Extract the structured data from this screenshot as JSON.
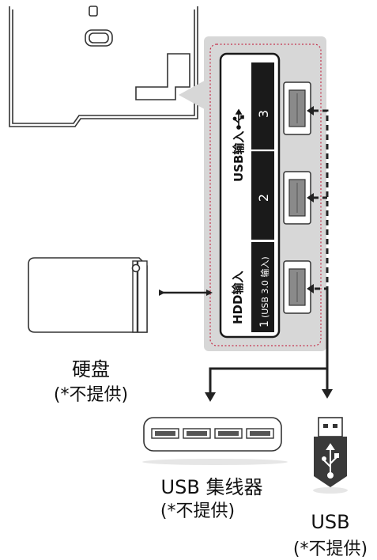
{
  "ports": {
    "usb_in_label": "USB输入",
    "hdd_in_label": "HDD输入",
    "port_3": "3",
    "port_2": "2",
    "port_1": "1",
    "port_1_note": "(USB 3.0 输入)"
  },
  "devices": {
    "hdd": {
      "name": "硬盘",
      "note": "(*不提供)"
    },
    "hub": {
      "name": "USB 集线器",
      "note": "(*不提供)"
    },
    "usb": {
      "name": "USB",
      "note": "(*不提供)"
    }
  },
  "icons": [
    "usb-symbol-icon",
    "usb-stick-icon",
    "hard-disk-icon",
    "usb-hub-icon",
    "tv-back-icon"
  ],
  "colors": {
    "panel": "#d7d7d7",
    "label_block": "#1a1a1a",
    "dotted_border": "#c4314b",
    "line": "#222222"
  }
}
